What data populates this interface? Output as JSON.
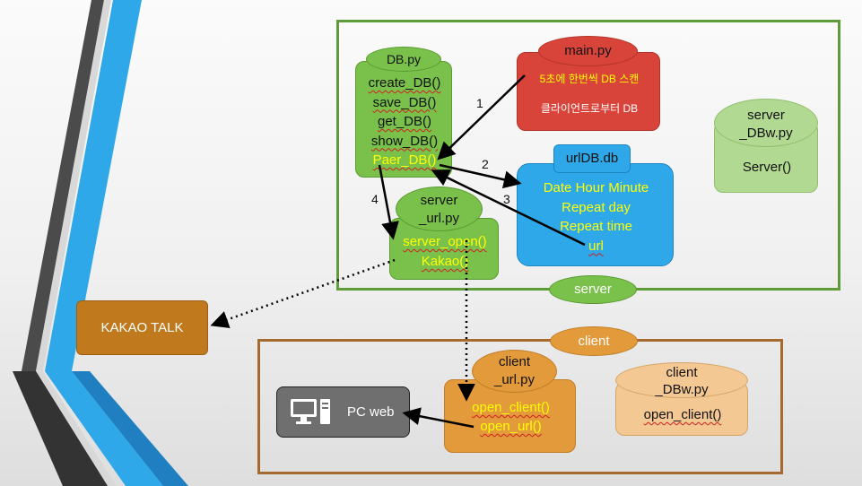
{
  "colors": {
    "server_frame": "#5e9c3a",
    "client_frame": "#a56a2e",
    "green_box": "#79c14a",
    "red_box": "#d9443a",
    "blue_box": "#2ea8e8",
    "orange_box": "#e29a3a",
    "light_orange": "#f3c892",
    "light_green": "#b2d992",
    "kakao": "#c07a1d",
    "pc": "#6f6f6f"
  },
  "db_py": {
    "title": "DB.py",
    "methods": [
      "create_DB()",
      "save_DB()",
      "get_DB()",
      "show_DB()",
      "Paer_DB()"
    ]
  },
  "main_py": {
    "title": "main.py",
    "line1": "5초에 한번씩 DB 스캔",
    "line2": "클라이언트로부터 DB"
  },
  "server_dbw": {
    "title_line1": "server",
    "title_line2": "_DBw.py",
    "method": "Server()"
  },
  "url_db": {
    "title": "urlDB.db",
    "lines": [
      "Date Hour Minute",
      "Repeat day",
      "Repeat time",
      "url"
    ]
  },
  "server_url": {
    "title_line1": "server",
    "title_line2": "_url.py",
    "methods": [
      "server_open()",
      "Kakao()"
    ]
  },
  "server_label": "server",
  "client_label": "client",
  "kakao": {
    "label": "KAKAO TALK"
  },
  "client_url": {
    "title_line1": "client",
    "title_line2": "_url.py",
    "methods": [
      "open_client()",
      "open_url()"
    ]
  },
  "client_dbw": {
    "title_line1": "client",
    "title_line2": "_DBw.py",
    "method": "open_client()"
  },
  "pc_web": {
    "label": "PC web",
    "icon": "desktop-computer-icon"
  },
  "arrow_numbers": [
    "1",
    "2",
    "3",
    "4"
  ]
}
